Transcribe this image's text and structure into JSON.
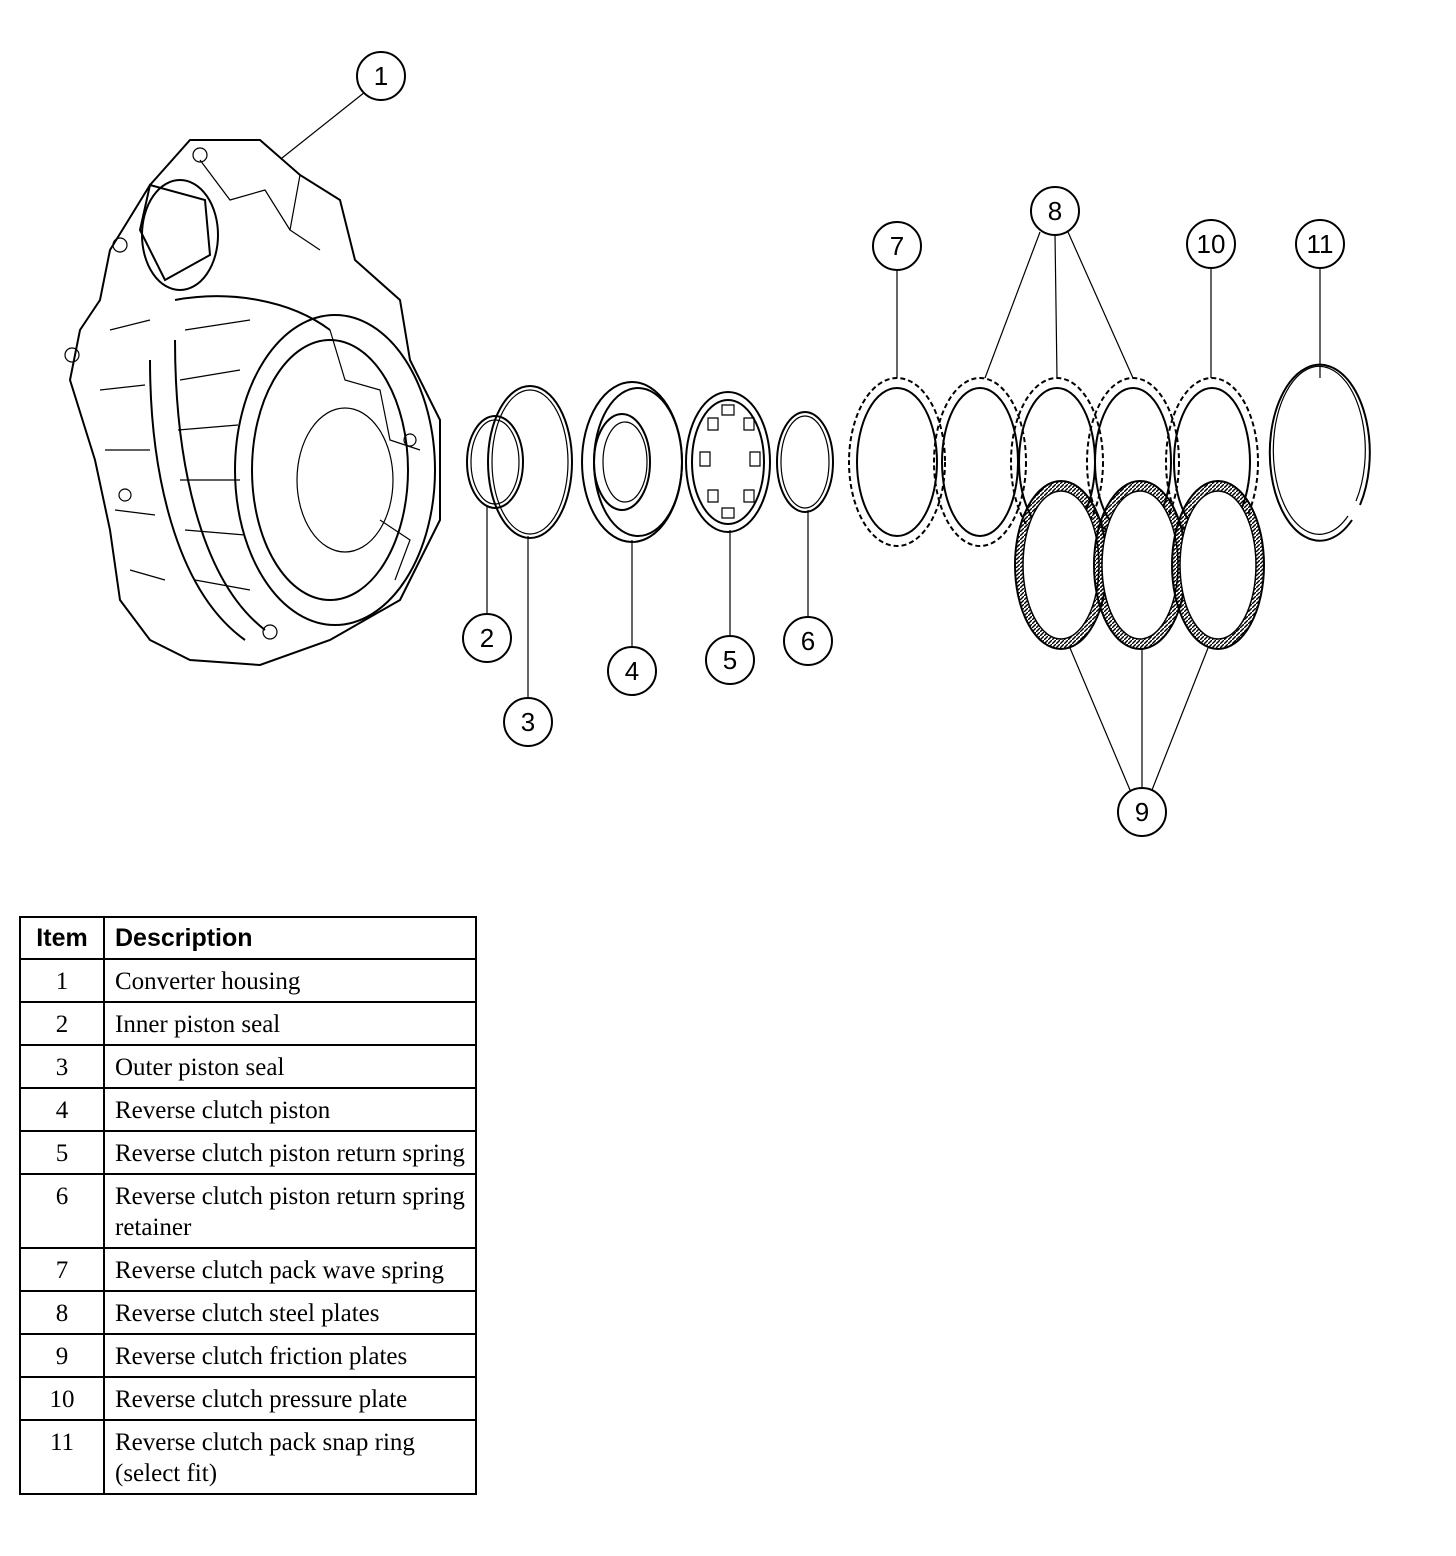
{
  "diagram": {
    "callouts": [
      "1",
      "2",
      "3",
      "4",
      "5",
      "6",
      "7",
      "8",
      "9",
      "10",
      "11"
    ]
  },
  "table": {
    "headers": {
      "item": "Item",
      "description": "Description"
    },
    "rows": [
      {
        "item": "1",
        "description": "Converter housing"
      },
      {
        "item": "2",
        "description": "Inner piston seal"
      },
      {
        "item": "3",
        "description": "Outer piston seal"
      },
      {
        "item": "4",
        "description": "Reverse clutch piston"
      },
      {
        "item": "5",
        "description": "Reverse clutch piston return spring"
      },
      {
        "item": "6",
        "description": "Reverse clutch piston return spring retainer"
      },
      {
        "item": "7",
        "description": "Reverse clutch pack wave spring"
      },
      {
        "item": "8",
        "description": "Reverse clutch steel plates"
      },
      {
        "item": "9",
        "description": "Reverse clutch friction plates"
      },
      {
        "item": "10",
        "description": "Reverse clutch pressure plate"
      },
      {
        "item": "11",
        "description": "Reverse clutch pack snap ring (select fit)"
      }
    ]
  }
}
